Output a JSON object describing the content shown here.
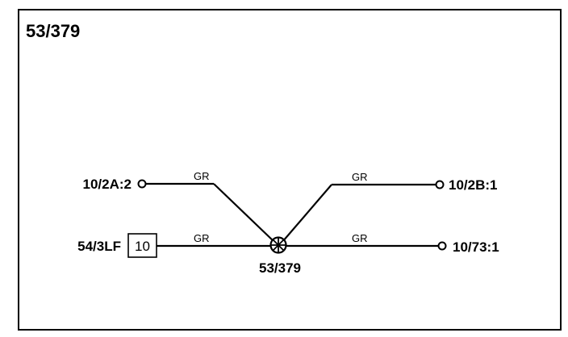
{
  "title": "53/379",
  "splice": {
    "label": "53/379"
  },
  "connectors": {
    "upper_left": "10/2A:2",
    "lower_left": "54/3LF",
    "upper_right": "10/2B:1",
    "lower_right": "10/73:1"
  },
  "pin_box": {
    "value": "10"
  },
  "wires": {
    "upper_left": "GR",
    "lower_left": "GR",
    "upper_right": "GR",
    "lower_right": "GR"
  }
}
